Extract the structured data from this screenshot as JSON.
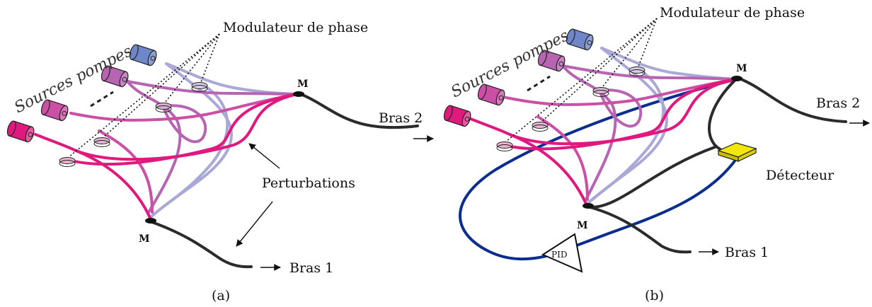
{
  "panel_a": {
    "title": "(a)",
    "sources_label": "Sources pompes",
    "modulator_label": "Modulateur de phase",
    "perturbations_label": "Perturbations",
    "mirror_top_label": "M",
    "mirror_bottom_label": "M",
    "arm1_label": "Bras 1",
    "arm2_label": "Bras 2"
  },
  "panel_b": {
    "title": "(b)",
    "sources_label": "Sources pompes",
    "modulator_label": "Modulateur de phase",
    "detector_label": "Détecteur",
    "pid_label": "PID",
    "mirror_top_label": "M",
    "mirror_bottom_label": "M",
    "arm1_label": "Bras 1",
    "arm2_label": "Bras 2"
  },
  "colors": {
    "blue_source": "#6f86c8",
    "lilac_fiber": "#a9a8d6",
    "mauve": "#b764b2",
    "magenta_mid": "#cc4fa6",
    "magenta": "#e0197f",
    "black_fiber": "#2b2b2b",
    "feedback_blue": "#0a2d8f",
    "detector_yellow": "#f2e60a"
  }
}
